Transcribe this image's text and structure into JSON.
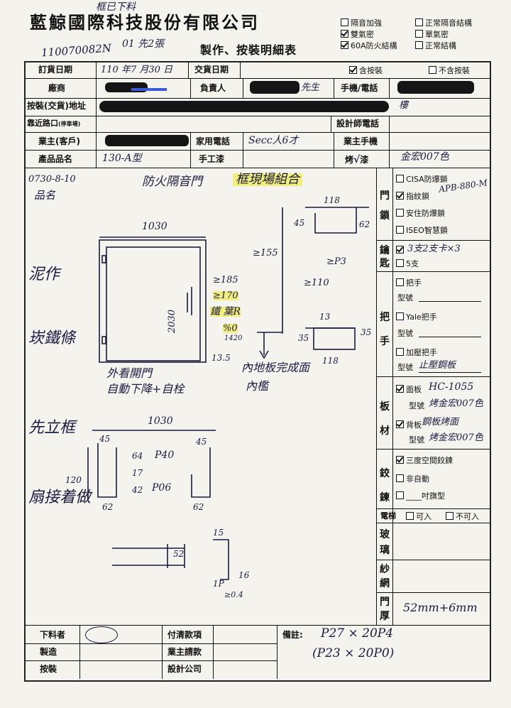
{
  "header": {
    "company": "藍鯨國際科技股份有限公司",
    "doc_title": "製作、按裝明細表",
    "serial_handwritten": "110070082N",
    "top_note_handwritten": "框已下料",
    "sub_note_handwritten": "01 先2張",
    "options": [
      {
        "label": "隔音加強",
        "checked": false
      },
      {
        "label": "正常隔音結構",
        "checked": false
      },
      {
        "label": "雙氣密",
        "checked": true
      },
      {
        "label": "單氣密",
        "checked": false
      },
      {
        "label": "60A防火結構",
        "checked": true
      },
      {
        "label": "正常結構",
        "checked": false
      }
    ]
  },
  "form": {
    "order_date_label": "訂貨日期",
    "order_date_value": "110 年7 月30 日",
    "delivery_date_label": "交貨日期",
    "install_included": "含按裝",
    "install_excluded": "不含按裝",
    "vendor_label": "廠商",
    "manager_label": "負責人",
    "manager_suffix": "先生",
    "phone_label": "手機/電話",
    "address_label": "按裝(交貨)地址",
    "address_suffix": "樓",
    "nearby_label": "靠近路口",
    "nearby_sub": "(停車場)",
    "designer_label": "設計師電話",
    "owner_label": "業主(客戶)",
    "home_phone_label": "家用電話",
    "home_phone_value": "Secc人6才",
    "owner_mobile_label": "業主手機",
    "product_label": "產品品名",
    "product_value": "130-A型",
    "handwork_label": "手工漆",
    "bake_label": "烤",
    "bake_check": "√",
    "paint_label": "漆",
    "paint_value": "金宏007色"
  },
  "sketch": {
    "date_note": "0730-8-10",
    "product_note": "品名",
    "title_note": "防火隔音門",
    "highlight_note": "框現場組合",
    "left_notes": [
      "泥作",
      "崁鐵條",
      "先立框",
      "扇接着做"
    ],
    "door_width": "1030",
    "door_height": "2030",
    "dim_13_5": "13.5",
    "mid_notes": [
      "≥185",
      "≥170",
      "鐵 葉R",
      "%0",
      "1420"
    ],
    "bottom_caption1": "外看開門",
    "bottom_caption2": "自動下降+自栓",
    "floor_caption1": "內地板完成面",
    "floor_caption2": "內檻",
    "section_top": [
      "118",
      "45",
      "62",
      "≥155",
      "≥P3",
      "≥110"
    ],
    "section_mid": [
      "13",
      "35",
      "35",
      "118"
    ],
    "frame_width": "1030",
    "frame_dims": [
      "45",
      "64",
      "P40",
      "45",
      "17",
      "120",
      "42",
      "P06",
      "62",
      "62"
    ],
    "small_dims": [
      "52",
      "15",
      "1P",
      "16",
      "≥0.4"
    ]
  },
  "right_panel": {
    "lock_label": "門鎖",
    "lock_options": [
      {
        "label": "CISA防爆鎖",
        "checked": false
      },
      {
        "label": "指紋鎖",
        "checked": true
      },
      {
        "label": "安住防爆鎖",
        "checked": false
      },
      {
        "label": "ISEO智慧鎖",
        "checked": false
      }
    ],
    "lock_model": "APB-880-M",
    "key_label": "鑰匙",
    "key_options": [
      {
        "label": "3支",
        "checked": true
      },
      {
        "label": "5支",
        "checked": false
      }
    ],
    "key_note": "3支2支卡×3",
    "handle_label": "把手",
    "handle_options": [
      {
        "label": "把手",
        "checked": false
      },
      {
        "label": "Yale把手",
        "checked": false
      },
      {
        "label": "加壓把手",
        "checked": false
      }
    ],
    "model_label": "型號",
    "handle_model": "止壓鋼板",
    "panel_label": "板材",
    "panel_options": [
      {
        "label": "面板",
        "checked": true,
        "value": "HC-1055"
      },
      {
        "label": "背板",
        "checked": true,
        "value": "鋼板烤面"
      }
    ],
    "panel_models": [
      "烤金宏007色",
      "烤金宏007色"
    ],
    "hinge_label": "鉸鍊",
    "hinge_options": [
      {
        "label": "三度空間鉸鍊",
        "checked": true
      },
      {
        "label": "非自動",
        "checked": false
      },
      {
        "label": "____吋旗型",
        "checked": false
      }
    ],
    "elevator_label": "電梯",
    "elevator_options": [
      {
        "label": "可入",
        "checked": false
      },
      {
        "label": "不可入",
        "checked": false
      }
    ],
    "glass_label": "玻璃",
    "screen_label": "紗網",
    "thickness_label": "門厚",
    "thickness_value": "52mm+6mm"
  },
  "footer": {
    "cutter_label": "下料者",
    "maker_label": "製造",
    "installer_label": "按裝",
    "payment_label": "付清款項",
    "owner_request_label": "業主請款",
    "design_company_label": "設計公司",
    "remarks_label": "備註:",
    "remark_line1": "P27 × 20P4",
    "remark_line2": "(P23 × 20P0)"
  }
}
